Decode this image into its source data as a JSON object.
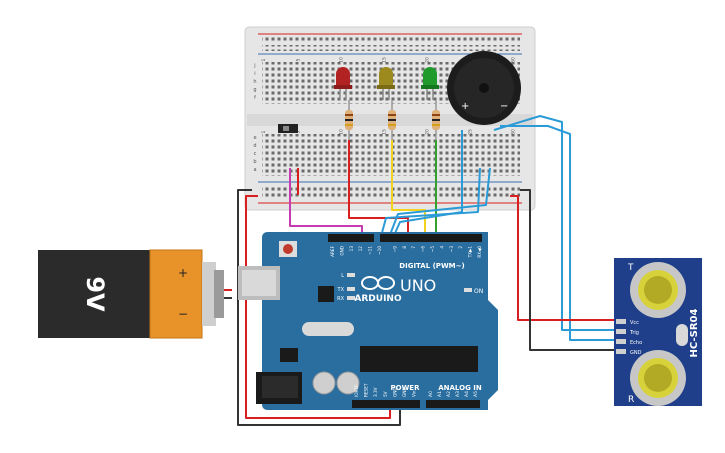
{
  "battery": {
    "label": "9V",
    "plus": "+",
    "minus": "−"
  },
  "arduino": {
    "brand": "ARDUINO",
    "model": "UNO",
    "digital_label": "DIGITAL (PWM~)",
    "power_label": "POWER",
    "analog_label": "ANALOG IN",
    "on_label": "ON",
    "led_labels": [
      "L",
      "TX",
      "RX"
    ],
    "digital_pins": [
      "AREF",
      "GND",
      "13",
      "12",
      "~11",
      "~10",
      "~9",
      "8",
      "7",
      "~6",
      "~5",
      "4",
      "~3",
      "2",
      "TX▶1",
      "RX◀0"
    ],
    "power_pins": [
      "IOREF",
      "RESET",
      "3.3V",
      "5V",
      "GND",
      "GND",
      "Vin"
    ],
    "analog_pins": [
      "A0",
      "A1",
      "A2",
      "A3",
      "A4",
      "A5"
    ]
  },
  "sensor": {
    "model": "HC-SR04",
    "pins": [
      "Vcc",
      "Trig",
      "Echo",
      "GND"
    ],
    "side_t": "T",
    "side_r": "R"
  },
  "breadboard": {
    "rows_top": [
      "j",
      "i",
      "h",
      "g",
      "f"
    ],
    "rows_bottom": [
      "e",
      "d",
      "c",
      "b",
      "a"
    ],
    "columns": [
      "1",
      "5",
      "10",
      "15",
      "20",
      "25",
      "30"
    ]
  },
  "buzzer": {
    "plus": "+",
    "minus": "−"
  },
  "colors": {
    "board_blue": "#2a6ea0",
    "wire_red": "#d81e1e",
    "wire_black": "#333333",
    "wire_yellow": "#f2d21e",
    "wire_green": "#35a02b",
    "wire_blue": "#2a9bd6",
    "wire_magenta": "#c63bb0",
    "led_red": "#b22222",
    "led_yellow": "#9c8a1e",
    "led_green": "#1f9a2b"
  }
}
